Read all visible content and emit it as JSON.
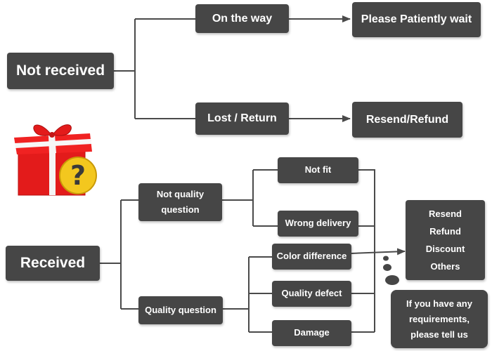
{
  "not_received": {
    "label": "Not received",
    "on_the_way": "On the way",
    "please_wait": "Please Patiently wait",
    "lost_return": "Lost / Return",
    "resend_refund": "Resend/Refund"
  },
  "received": {
    "label": "Received",
    "not_quality": "Not quality question",
    "not_fit": "Not fit",
    "wrong_delivery": "Wrong delivery",
    "quality_question": "Quality question",
    "color_difference": "Color difference",
    "quality_defect": "Quality defect",
    "damage": "Damage",
    "solutions": [
      "Resend",
      "Refund",
      "Discount",
      "Others"
    ],
    "requirements": [
      "If you have any",
      "requirements,",
      "please tell us"
    ]
  },
  "colors": {
    "box": "#464646",
    "line": "#4a4a4a",
    "gift_red": "#e31b1b",
    "question_yellow": "#f3c71e"
  }
}
